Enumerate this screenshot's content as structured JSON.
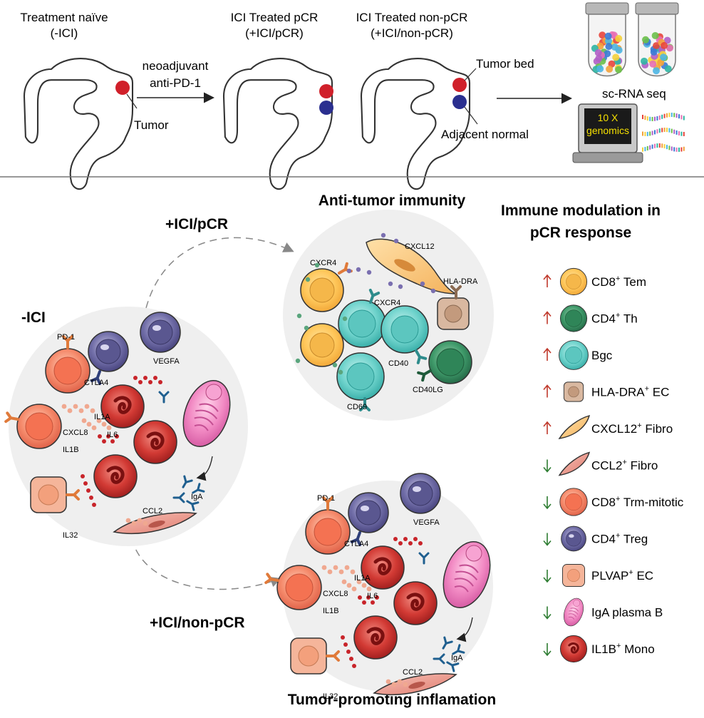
{
  "top": {
    "treatment_naive": [
      "Treatment naïve",
      "(-ICI)"
    ],
    "neoadjuvant": [
      "neoadjuvant",
      "anti-PD-1"
    ],
    "tumor": "Tumor",
    "pcr": [
      "ICI Treated pCR",
      "(+ICI/pCR)"
    ],
    "nonpcr": [
      "ICI Treated non-pCR",
      "(+ICI/non-pCR)"
    ],
    "tumor_bed": "Tumor bed",
    "adjacent_normal": "Adjacent normal",
    "scrnaseq": "sc-RNA seq",
    "genomics": [
      "10 X",
      "genomics"
    ]
  },
  "bottom": {
    "ici_label": "-ICI",
    "pcr_arrow_label": "+ICI/pCR",
    "nonpcr_arrow_label": "+ICI/non-pCR",
    "anti_tumor_title": "Anti-tumor immunity",
    "tumor_promoting_title": "Tumor-promoting inflamation",
    "left_labels": {
      "pd1": "PD-1",
      "ctla4": "CTLA4",
      "vegfa": "VEGFA",
      "il1a": "IL1A",
      "cxcl8": "CXCL8",
      "il6": "IL6",
      "il1b": "IL1B",
      "ccl2": "CCL2",
      "iga": "IgA",
      "il32": "IL32"
    },
    "top_labels": {
      "cxcl12": "CXCL12",
      "cxcr4_a": "CXCR4",
      "hladra": "HLA-DRA",
      "cxcr4_b": "CXCR4",
      "cd40": "CD40",
      "cd40lg": "CD40LG",
      "cd69": "CD69"
    },
    "bot_labels": {
      "pd1": "PD-1",
      "ctla4": "CTLA4",
      "vegfa": "VEGFA",
      "il1a": "IL1A",
      "cxcl8": "CXCL8",
      "il6": "IL6",
      "il1b": "IL1B",
      "ccl2": "CCL2",
      "iga": "IgA",
      "il32": "IL32"
    }
  },
  "legend": {
    "title": [
      "Immune modulation in",
      "pCR response"
    ],
    "up_color": "#c0392b",
    "down_color": "#2e7d32",
    "items": [
      {
        "dir": "up",
        "label": "CD8",
        "sup": "+",
        "rest": " Tem",
        "icon": "cd8-tem-cell-icon"
      },
      {
        "dir": "up",
        "label": "CD4",
        "sup": "+",
        "rest": " Th",
        "icon": "cd4-th-cell-icon"
      },
      {
        "dir": "up",
        "label": "Bgc",
        "sup": "",
        "rest": "",
        "icon": "bgc-cell-icon"
      },
      {
        "dir": "up",
        "label": "HLA-DRA",
        "sup": "+",
        "rest": " EC",
        "icon": "hla-dra-ec-icon"
      },
      {
        "dir": "up",
        "label": "CXCL12",
        "sup": "+",
        "rest": " Fibro",
        "icon": "cxcl12-fibro-icon"
      },
      {
        "dir": "down",
        "label": "CCL2",
        "sup": "+",
        "rest": " Fibro",
        "icon": "ccl2-fibro-icon"
      },
      {
        "dir": "down",
        "label": "CD8",
        "sup": "+",
        "rest": " Trm-mitotic",
        "icon": "cd8-trm-mitotic-icon"
      },
      {
        "dir": "down",
        "label": "CD4",
        "sup": "+",
        "rest": " Treg",
        "icon": "cd4-treg-icon"
      },
      {
        "dir": "down",
        "label": "PLVAP",
        "sup": "+",
        "rest": " EC",
        "icon": "plvap-ec-icon"
      },
      {
        "dir": "down",
        "label": "IgA plasma B",
        "sup": "",
        "rest": "",
        "icon": "iga-plasma-b-icon"
      },
      {
        "dir": "down",
        "label": "IL1B",
        "sup": "+",
        "rest": " Mono",
        "icon": "il1b-mono-icon"
      }
    ]
  }
}
